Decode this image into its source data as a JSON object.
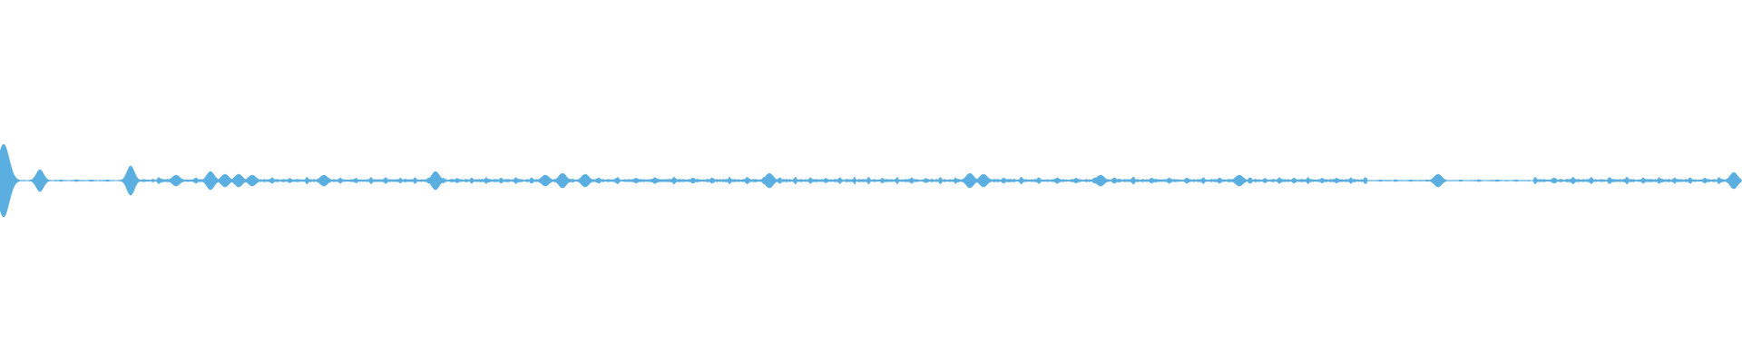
{
  "waveform": {
    "color": "#5aaee0",
    "baseline_amplitude": 0.008,
    "peak_amplitude_max": 0.2,
    "events": [
      {
        "t": 0.002,
        "amp": 0.2
      },
      {
        "t": 0.023,
        "amp": 0.06
      },
      {
        "t": 0.075,
        "amp": 0.08
      },
      {
        "t": 0.101,
        "amp": 0.03
      },
      {
        "t": 0.121,
        "amp": 0.05
      },
      {
        "t": 0.129,
        "amp": 0.035
      },
      {
        "t": 0.137,
        "amp": 0.035
      },
      {
        "t": 0.145,
        "amp": 0.03
      },
      {
        "t": 0.186,
        "amp": 0.03
      },
      {
        "t": 0.25,
        "amp": 0.05
      },
      {
        "t": 0.313,
        "amp": 0.03
      },
      {
        "t": 0.323,
        "amp": 0.04
      },
      {
        "t": 0.336,
        "amp": 0.035
      },
      {
        "t": 0.442,
        "amp": 0.04
      },
      {
        "t": 0.557,
        "amp": 0.04
      },
      {
        "t": 0.565,
        "amp": 0.035
      },
      {
        "t": 0.632,
        "amp": 0.03
      },
      {
        "t": 0.712,
        "amp": 0.03
      },
      {
        "t": 0.826,
        "amp": 0.035
      },
      {
        "t": 0.996,
        "amp": 0.045
      }
    ]
  }
}
